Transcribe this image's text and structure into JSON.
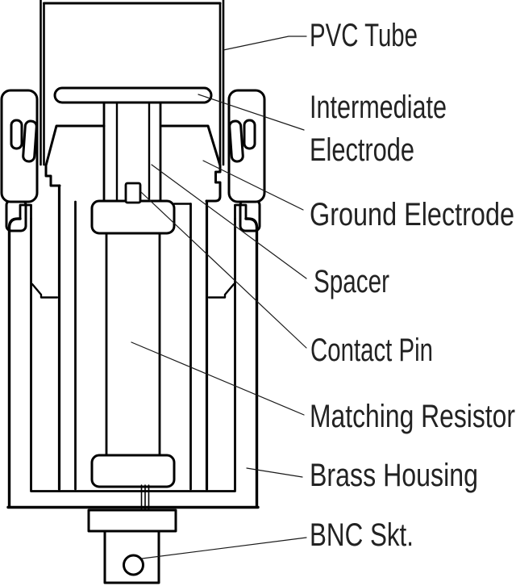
{
  "page": {
    "background": "#ffffff",
    "line_color": "#000000",
    "label_color": "#222222"
  },
  "diagram": {
    "labels": {
      "pvc_tube": "PVC Tube",
      "intermediate_line1": "Intermediate",
      "intermediate_line2": "Electrode",
      "ground_electrode": "Ground Electrode",
      "spacer": "Spacer",
      "contact_pin": "Contact Pin",
      "matching_resistor": "Matching Resistor",
      "brass_housing": "Brass Housing",
      "bnc_socket": "BNC Skt."
    }
  }
}
